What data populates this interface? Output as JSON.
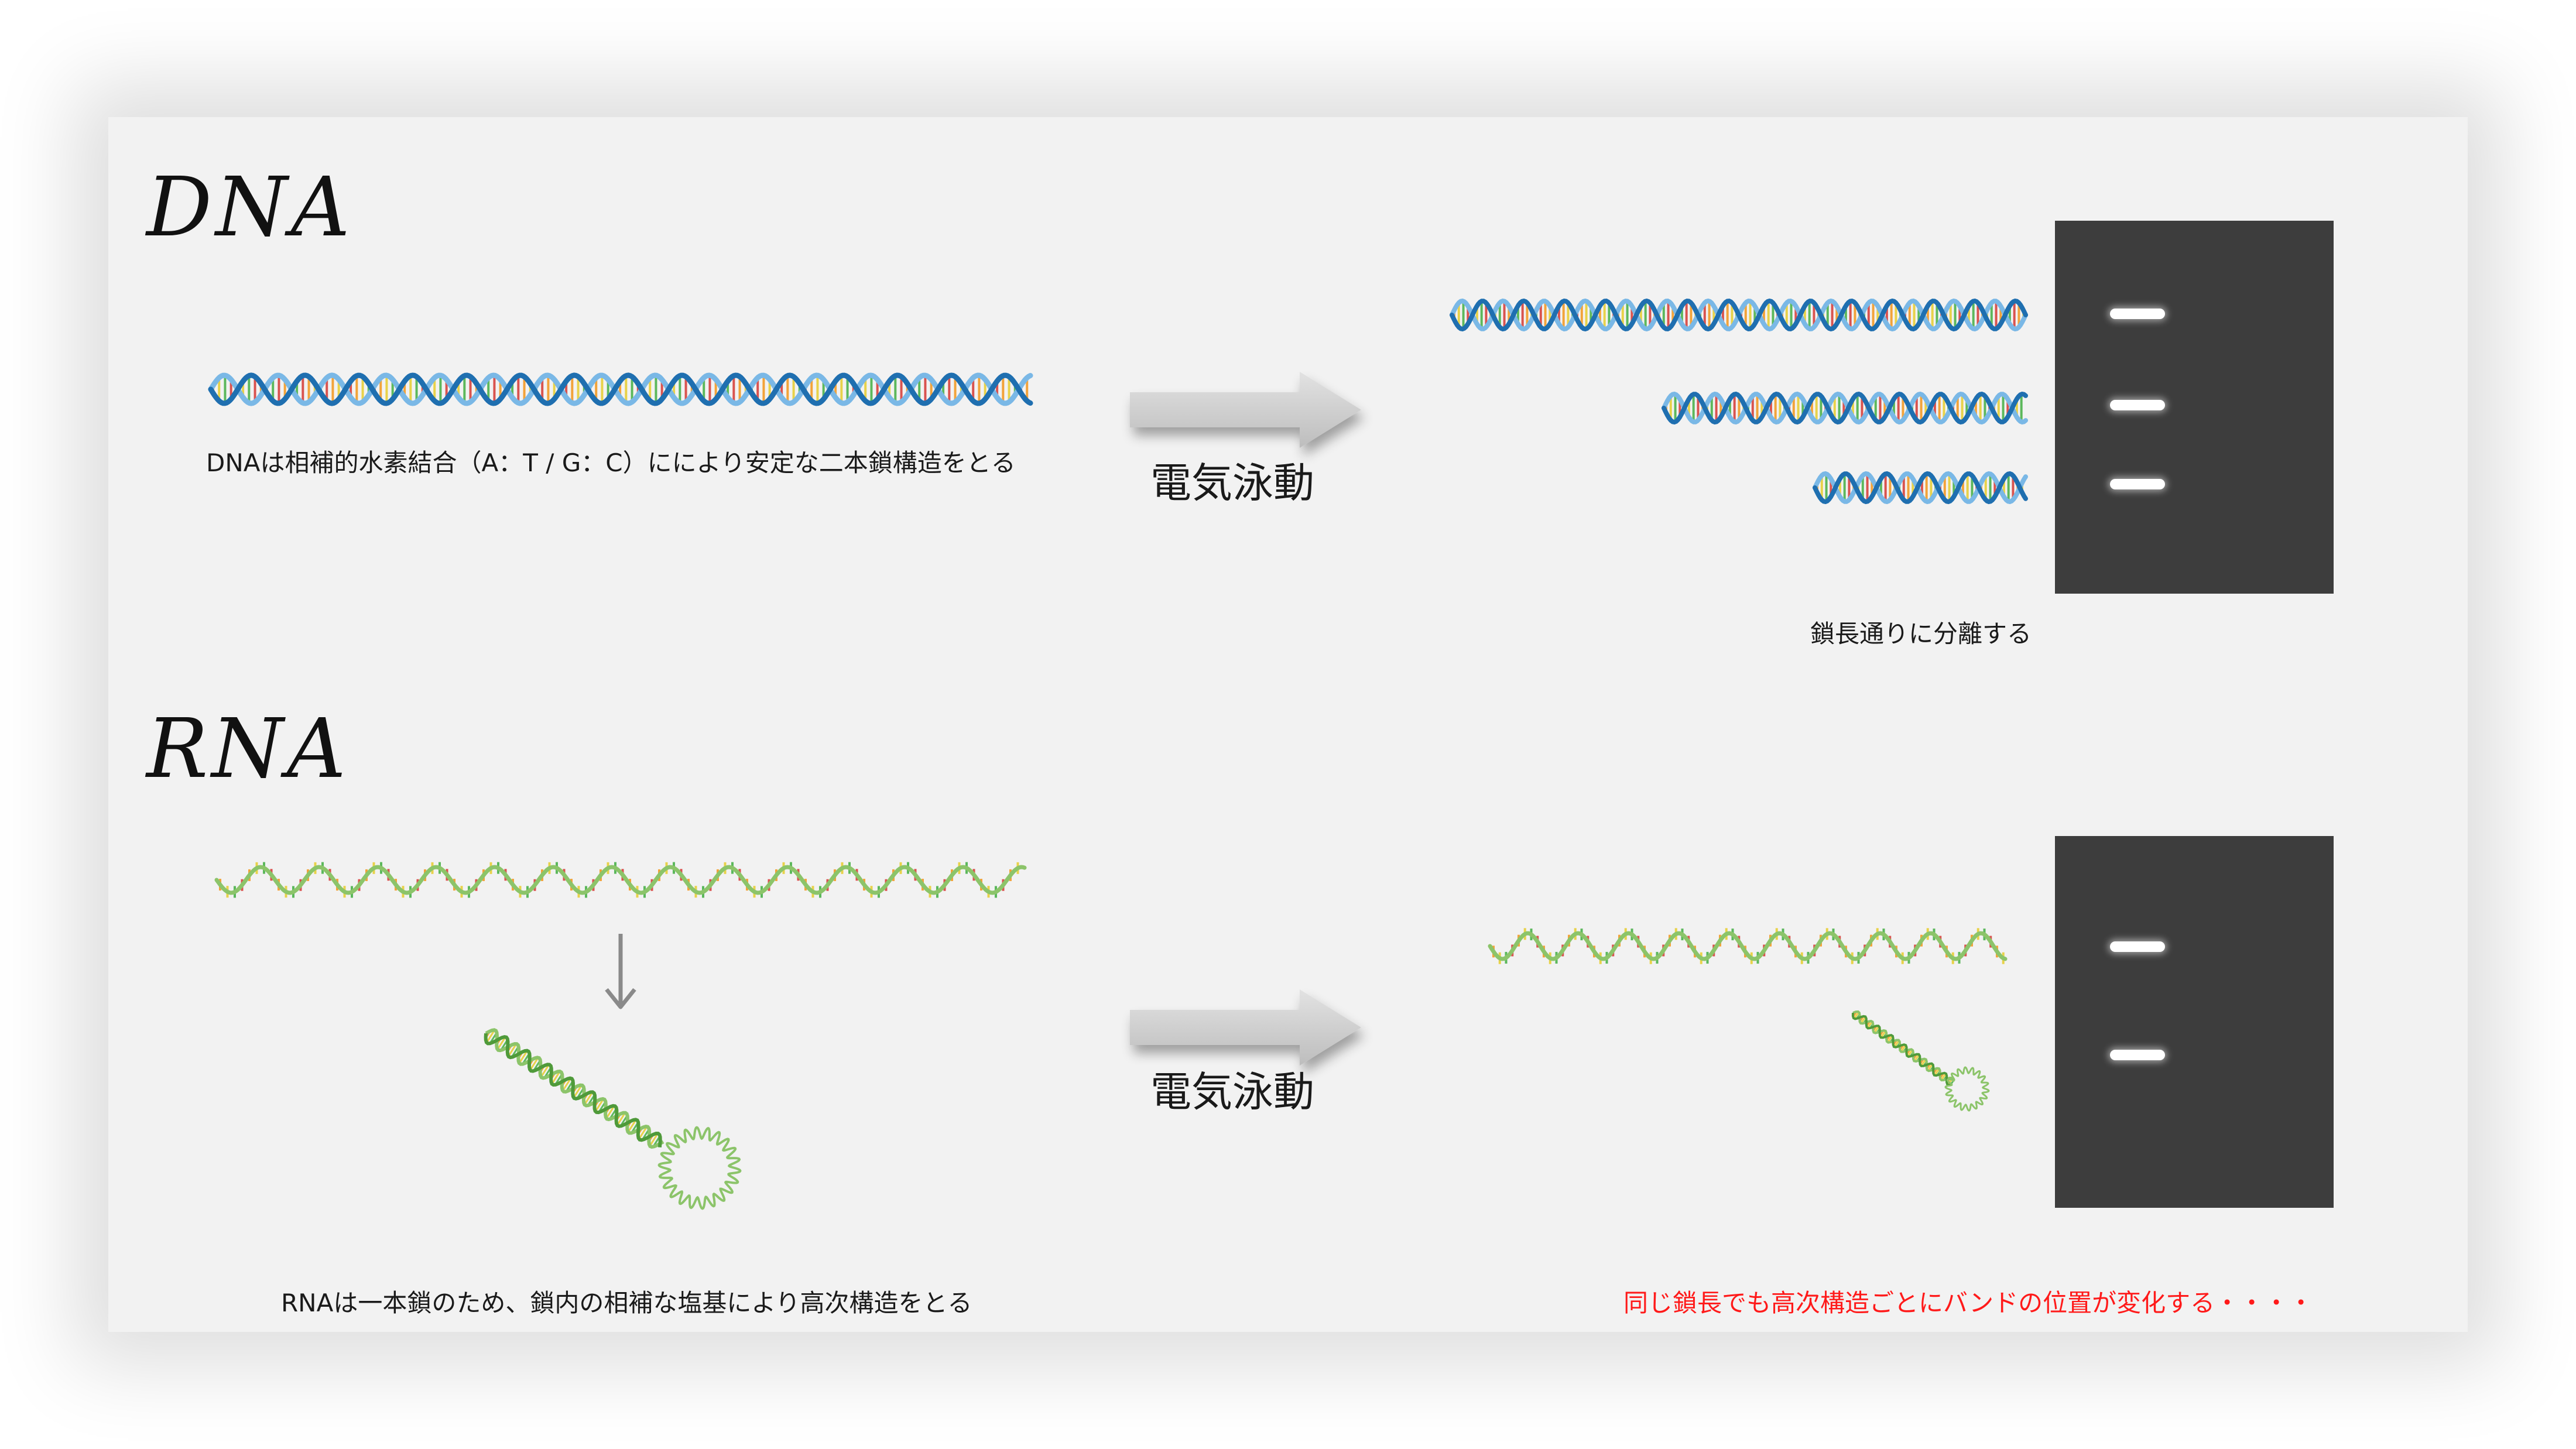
{
  "dna": {
    "title": "DNA",
    "caption": "DNAは相補的水素結合（A：T / G：C）にに​より安定な二本鎖構造をとる",
    "arrow_label": "電気泳動",
    "result_caption": "鎖長通りに分離する",
    "band_count": 3
  },
  "rna": {
    "title": "RNA",
    "caption": "RNAは一本鎖のため、鎖内の相補な塩基により高次構造をとる",
    "arrow_label": "電気泳動",
    "result_caption": "同じ鎖長でも高次構造ごとにバンドの位置が変化する・・・・",
    "band_count": 2
  },
  "colors": {
    "background": "#f2f2f2",
    "gel": "#3d3d3d",
    "dna_strand_dark": "#1f6fb0",
    "dna_strand_light": "#7ab8e6",
    "rna_strand": "#8cc46a",
    "rna_strand_dark": "#4f9a3a",
    "arrow": "#d0d0d0",
    "warning_text": "#ff1a1a"
  }
}
